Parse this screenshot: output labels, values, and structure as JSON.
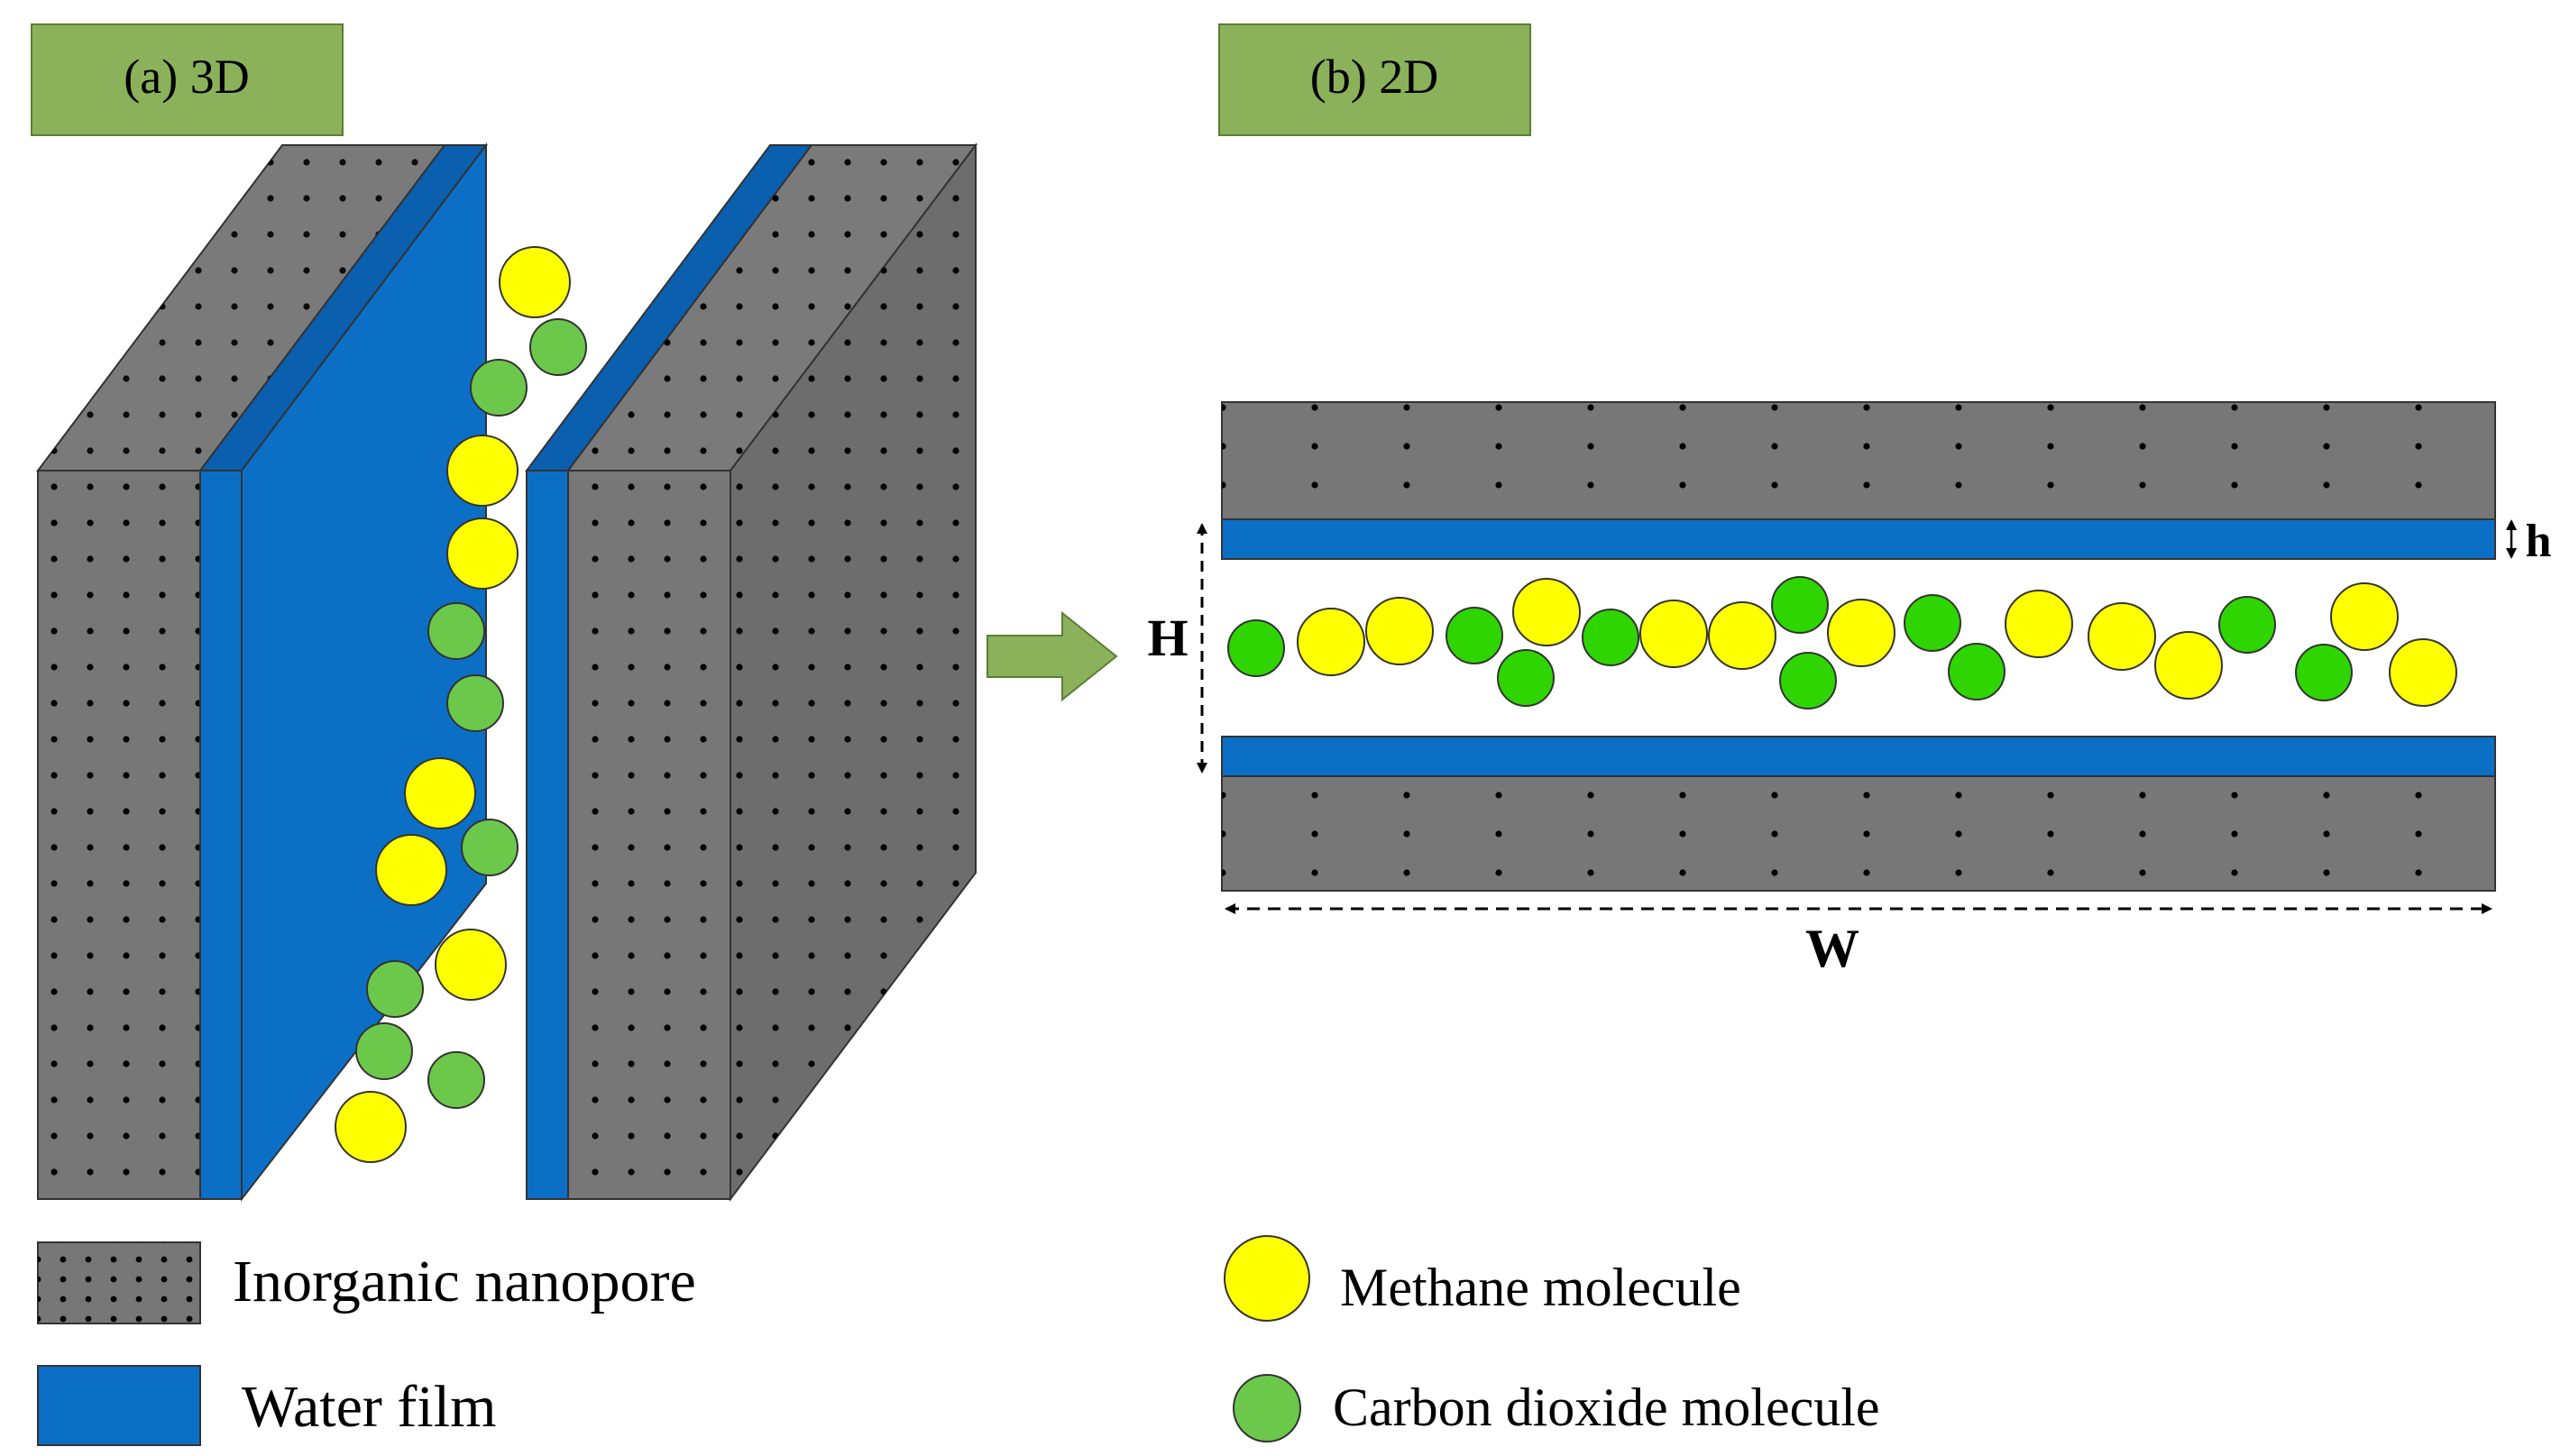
{
  "panels": {
    "a_label": "(a) 3D",
    "b_label": "(b) 2D"
  },
  "dimensions": {
    "height_label": "H",
    "film_thickness_label": "h",
    "width_label": "W"
  },
  "legend": {
    "nanopore": "Inorganic nanopore",
    "water_film": "Water film",
    "methane": "Methane molecule",
    "co2": "Carbon dioxide molecule"
  },
  "colors": {
    "label_box": "#8bb25a",
    "slab_front": "#777777",
    "slab_side": "#6d6d6d",
    "slab_top": "#7a7a7a",
    "water": "#0b6fc6",
    "water_dark": "#0a5fae",
    "methane": "#ffff00",
    "co2_3d": "#6cc84a",
    "co2_2d": "#2ed500",
    "arrow": "#8bb25a"
  },
  "molecules_3d": [
    {
      "type": "methane"
    },
    {
      "type": "co2"
    },
    {
      "type": "co2"
    },
    {
      "type": "methane"
    },
    {
      "type": "methane"
    },
    {
      "type": "co2"
    },
    {
      "type": "co2"
    },
    {
      "type": "methane"
    },
    {
      "type": "methane"
    },
    {
      "type": "co2"
    },
    {
      "type": "methane"
    },
    {
      "type": "co2"
    },
    {
      "type": "co2"
    },
    {
      "type": "co2"
    },
    {
      "type": "methane"
    }
  ],
  "molecules_2d": [
    {
      "type": "co2"
    },
    {
      "type": "methane"
    },
    {
      "type": "methane"
    },
    {
      "type": "co2"
    },
    {
      "type": "methane"
    },
    {
      "type": "co2"
    },
    {
      "type": "co2"
    },
    {
      "type": "methane"
    },
    {
      "type": "methane"
    },
    {
      "type": "co2"
    },
    {
      "type": "methane"
    },
    {
      "type": "co2"
    },
    {
      "type": "co2"
    },
    {
      "type": "co2"
    },
    {
      "type": "methane"
    },
    {
      "type": "methane"
    },
    {
      "type": "methane"
    },
    {
      "type": "co2"
    },
    {
      "type": "co2"
    },
    {
      "type": "methane"
    },
    {
      "type": "methane"
    }
  ]
}
